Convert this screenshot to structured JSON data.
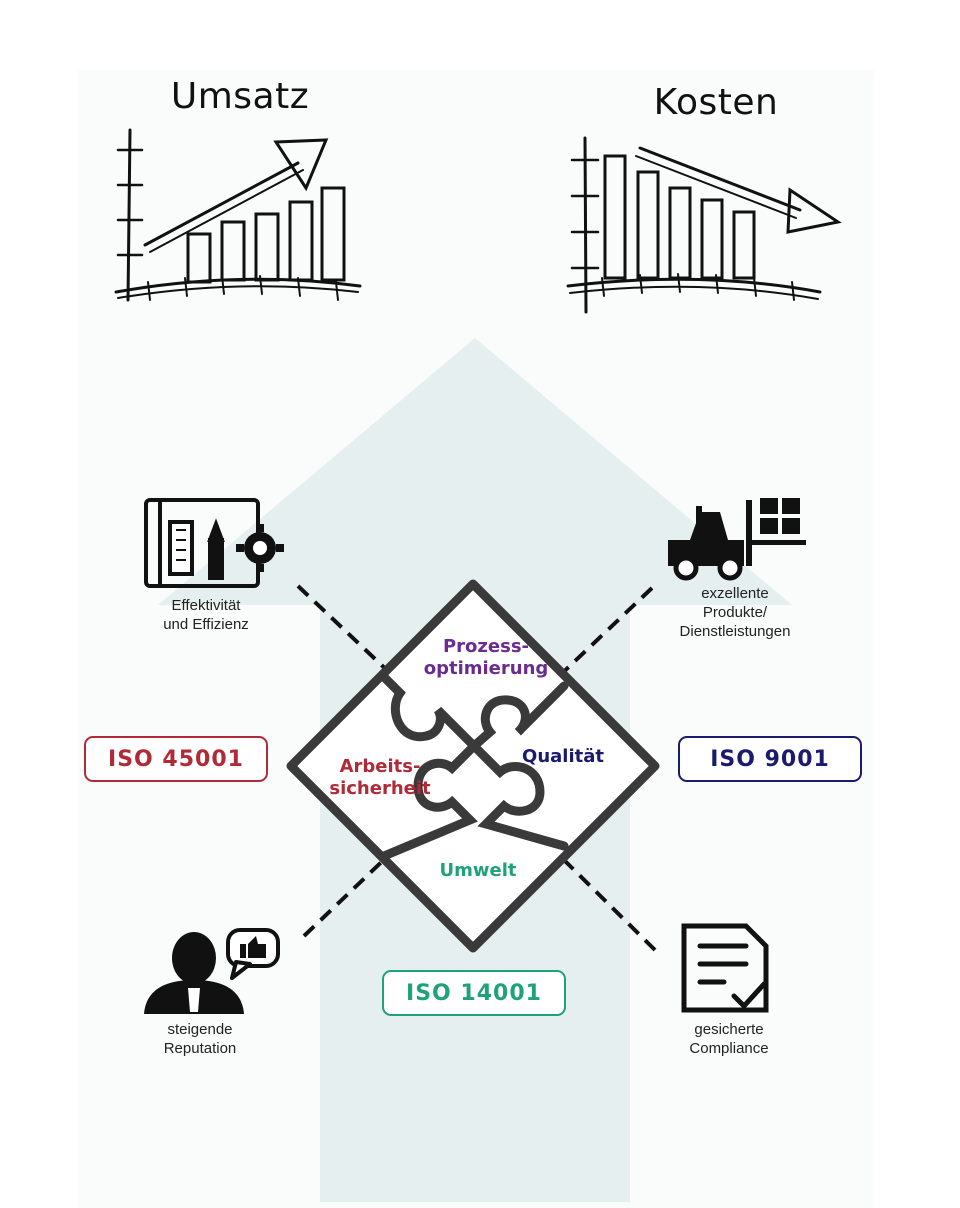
{
  "charts": {
    "revenue_title": "Umsatz",
    "cost_title": "Kosten"
  },
  "benefits": {
    "efficiency": "Effektivität\nund Effizienz",
    "products": "exzellente\nProdukte/\nDienstleistungen",
    "reputation": "steigende\nReputation",
    "compliance": "gesicherte\nCompliance"
  },
  "puzzle": {
    "process": "Prozess-\noptimierung",
    "quality": "Qualität",
    "safety": "Arbeits-\nsicherheit",
    "environment": "Umwelt"
  },
  "standards": {
    "iso45001": "ISO 45001",
    "iso9001": "ISO 9001",
    "iso14001": "ISO 14001"
  },
  "colors": {
    "arrow": "#e6eff0",
    "iso45001": "#b02a37",
    "iso9001": "#1a1a6e",
    "iso14001": "#1fa27a",
    "process": "#6a2c91",
    "puzzle_outline": "#3a3a3a"
  },
  "icons": [
    "blueprint-tools-icon",
    "forklift-icon",
    "businessman-thumbs-up-icon",
    "checklist-document-icon"
  ]
}
